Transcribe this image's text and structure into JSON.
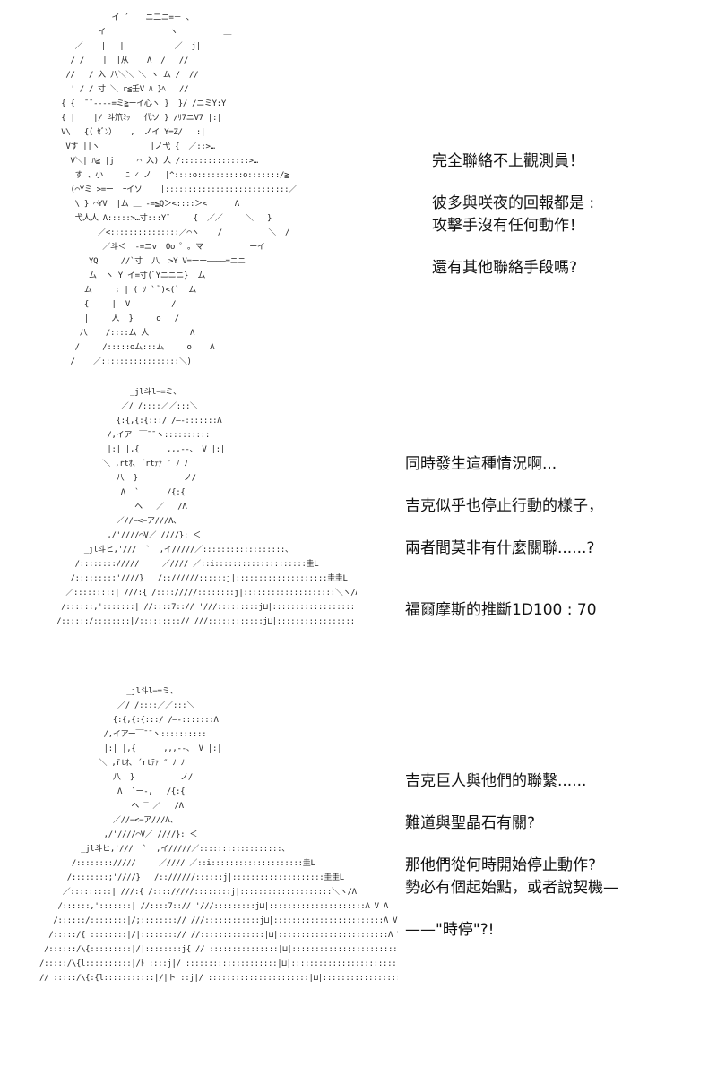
{
  "panels": [
    {
      "art": "             イ ´ ￣ ニ二ニ=－ 、\n          イ              ヽ          ＿\n     ／    |   |           ／  j|\n    / /    |  |从    Λ  /   //\n   //   / 入 八＼＼ ＼ ヽ ム /  //\n    ' / / 寸 ＼ r≦壬V ﾊ }ﾍ   //\n  { {  ¯¯----=ミ≧ーイ心ヽ }  }/ /ニミY:Y\n  { |    |/ 斗笊ﾐｯ   代ソ } /ﾘ7ニV7 |:|\n  V\\   {（ ｾﾞﾝ）   ,  ノイ Y=Z/  |:|\n   Vす ||ヽ           |ノ弋 {  ／::>…\n    V＼| ﾊ≧ |j     ⌒ 入) 人 /:::::::::::::::>…\n     す 、小     ﾆ ∠ ノ   |^::::o::::::::::o:::::::/≧\n    (⌒Yミ >=ー  ｰイソ    |:::::::::::::::::::::::::::／\n     \\ } ⌒YV  |ム ＿ -=≦Q＞<::::＞<      Λ\n     弋人人 Λ:::::>…寸:::Y¯     {  ／／     ＼   }\n          ／<:::::::::::::::／⌒ヽ    /          ＼  /\n           ／斗＜  -=ニv  Oo ゜｡ マ          ーイ\n        YQ     //`寸  八  >Y V=ーー――――=ニニ\n        ム  ヽ Y イ=寸(ﾞYニニニ}  ム\n       ム     ; | ( ｿ ` ﾞ)<(`  ム\n       {     |  V         /\n       |     人  }     o   /\n      八    /::::ム 人         Λ\n     /     /:::::oム:::ム     o    Λ\n    /    ／:::::::::::::::::＼)",
      "lines": [
        "完全聯絡不上觀測員！",
        "",
        "彼多與咲夜的回報都是 :",
        "攻擊手沒有任何動作！",
        "",
        "還有其他聯絡手段嗎?"
      ]
    },
    {
      "art": "                 _jl斗l−=ミ、\n               ／/ /::::／／:::＼\n              {:{,{:{:::/ /―-:::::::Λ\n            /,イアー￣¯¯ヽ::::::::::\n            |:| |,{      ,,,--、 V |:|\n           ＼ ,̄rtｵ､ ´rtﾃｧ ″ ﾉ ﾉ\n              八  }          ノ/\n               Λ  `      /{:{\n                  ヘ ‾ ／   /Λ\n              ／//−<−ア///Λ、\n            ,/'////⌒V／ ////}: ＜\n       _jl斗ヒ,'///  `  ,イ/////／::::::::::::::::::、\n     /:::::::://///     ／//// ／::i::::::::::::::::::::圭L\n    /::::::::;'////}   /:://////::::::j|::::::::::::::::::::圭圭L\n   ／:::::::::| ///:{ /:::://///::::::::j|::::::::::::::::::::＼ヽ/Λ\n  /::::::,':::::::| //::::7::// '///:::::::::j⊔|:::::::::::::::::::::Λ V Λ\n /::::::/::::::::|/;::::::::// ///::::::::::::j⊔|::::::::::::::::::::::::Λ V  Λ",
      "lines": [
        "同時發生這種情況啊...",
        "",
        "吉克似乎也停止行動的樣子，",
        "",
        "兩者間莫非有什麼關聯......?",
        "",
        "",
        "福爾摩斯的推斷1D100 : 70"
      ]
    },
    {
      "art": "                   _jl斗l−=ミ、\n                 ／/ /::::／／:::＼\n                {:{,{:{:::/ /―-:::::::Λ\n              /,イアー￣¯¯ヽ::::::::::\n              |:| |,{      ,,,--、 V |:|\n             ＼ ,̄rtｵ､ ´rtﾃｧ ″ ﾉ ﾉ\n                八  }          ノ/\n                 Λ  `ー-,   /{:{\n                    ヘ ‾ ／   /Λ\n                ／//−<−ア///Λ、\n              ,/'////⌒V／ ////}: ＜\n         _jl斗ヒ,'///  `  ,イ/////／::::::::::::::::::、\n       /:::::::://///     ／//// ／::i::::::::::::::::::::圭L\n      /::::::::;'////}   /:://////::::::j|::::::::::::::::::::圭圭L\n     ／:::::::::| ///:{ /:::://///::::::::j|::::::::::::::::::::＼ヽ/Λ\n    /::::::,':::::::| //::::7::// '///:::::::::j⊔|:::::::::::::::::::::Λ V Λ\n   /::::::/::::::::|/;::::::::// ///::::::::::::j⊔|::::::::::::::::::::::::Λ V  Λ\n  /:::::/{ ::::::::|/|::::::::// //::::::::::::::|⊔|::::::::::::::::::::::::Λ V、Λ\n /::::::/\\{:::::::::|/|::::::::j{ // :::::::::::::::|⊔|::::::::::::::::::::::::/}|}┌一ア\n/:::::/\\{l::::::::::|/ﾄ ::::j|/ ::::::::::::::::::::|⊔|::::::::::::::::::::::::::}|}|ヽノ\n// :::::/\\{:{l:::::::::::|/|ト ::j|/ ::::::::::::::::::::::|⊔|:::::::::::::::::::::::::::乂 ＼＼ }/Λ",
      "lines": [
        "吉克巨人與他們的聯繫......",
        "",
        "難道與聖晶石有關?",
        "",
        "那他們從何時開始停止動作?",
        "勢必有個起始點，或者說契機—",
        "",
        "——\"時停\"?!"
      ]
    }
  ]
}
